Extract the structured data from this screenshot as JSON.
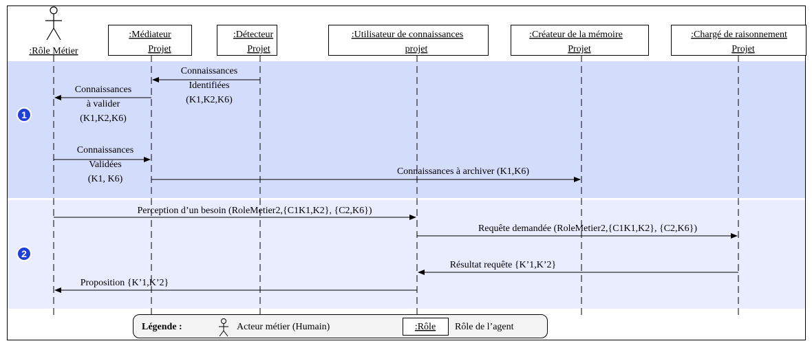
{
  "colors": {
    "phase1_band": "#d4dcfb",
    "phase2_band": "#e9edfe",
    "badge": "#1f3fd6",
    "legend_bg": "#f3f3f3"
  },
  "lifelines": {
    "role_metier": ":Rôle Métier",
    "mediateur_line1": ":Médiateur",
    "mediateur_line2": "Projet",
    "detecteur_line1": ":Détecteur",
    "detecteur_line2": "Projet",
    "utilisateur_line1": ":Utilisateur de connaissances",
    "utilisateur_line2": "projet",
    "createur_line1": ":Créateur de la mémoire",
    "createur_line2": "Projet",
    "charge_line1": ":Chargé de raisonnement",
    "charge_line2": "Projet"
  },
  "phases": {
    "phase1_number": "1",
    "phase2_number": "2"
  },
  "messages": {
    "identified_line1": "Connaissances",
    "identified_line2": "Identifiées",
    "identified_line3": "(K1,K2,K6)",
    "to_validate_line1": "Connaissances",
    "to_validate_line2": "à valider",
    "to_validate_line3": "(K1,K2,K6)",
    "validated_line1": "Connaissances",
    "validated_line2": "Validées",
    "validated_line3": "(K1, K6)",
    "archive": "Connaissances à archiver (K1,K6)",
    "perception": "Perception d’un besoin (RoleMetier2,{C1K1,K2}, {C2,K6})",
    "request": "Requête demandée (RoleMetier2,{C1K1,K2}, {C2,K6})",
    "result": "Résultat requête {K’1,K’2}",
    "proposition": "Proposition {K’1,K’2}"
  },
  "legend": {
    "title": "Légende :",
    "actor_label": "Acteur métier (Humain)",
    "role_box": ":Rôle",
    "role_label": "Rôle de l’agent"
  }
}
